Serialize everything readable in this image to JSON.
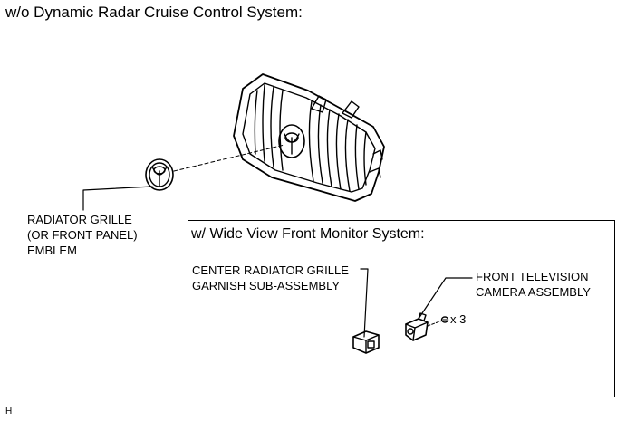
{
  "title": "w/o Dynamic Radar Cruise Control System:",
  "inset": {
    "title": "w/ Wide View Front Monitor System:"
  },
  "labels": {
    "emblem": [
      "RADIATOR GRILLE",
      "(OR FRONT PANEL)",
      "EMBLEM"
    ],
    "garnish": [
      "CENTER RADIATOR GRILLE",
      "GARNISH SUB-ASSEMBLY"
    ],
    "camera": [
      "FRONT TELEVISION",
      "CAMERA ASSEMBLY"
    ],
    "screw_quantity": "x 3"
  },
  "figure_code": "H"
}
